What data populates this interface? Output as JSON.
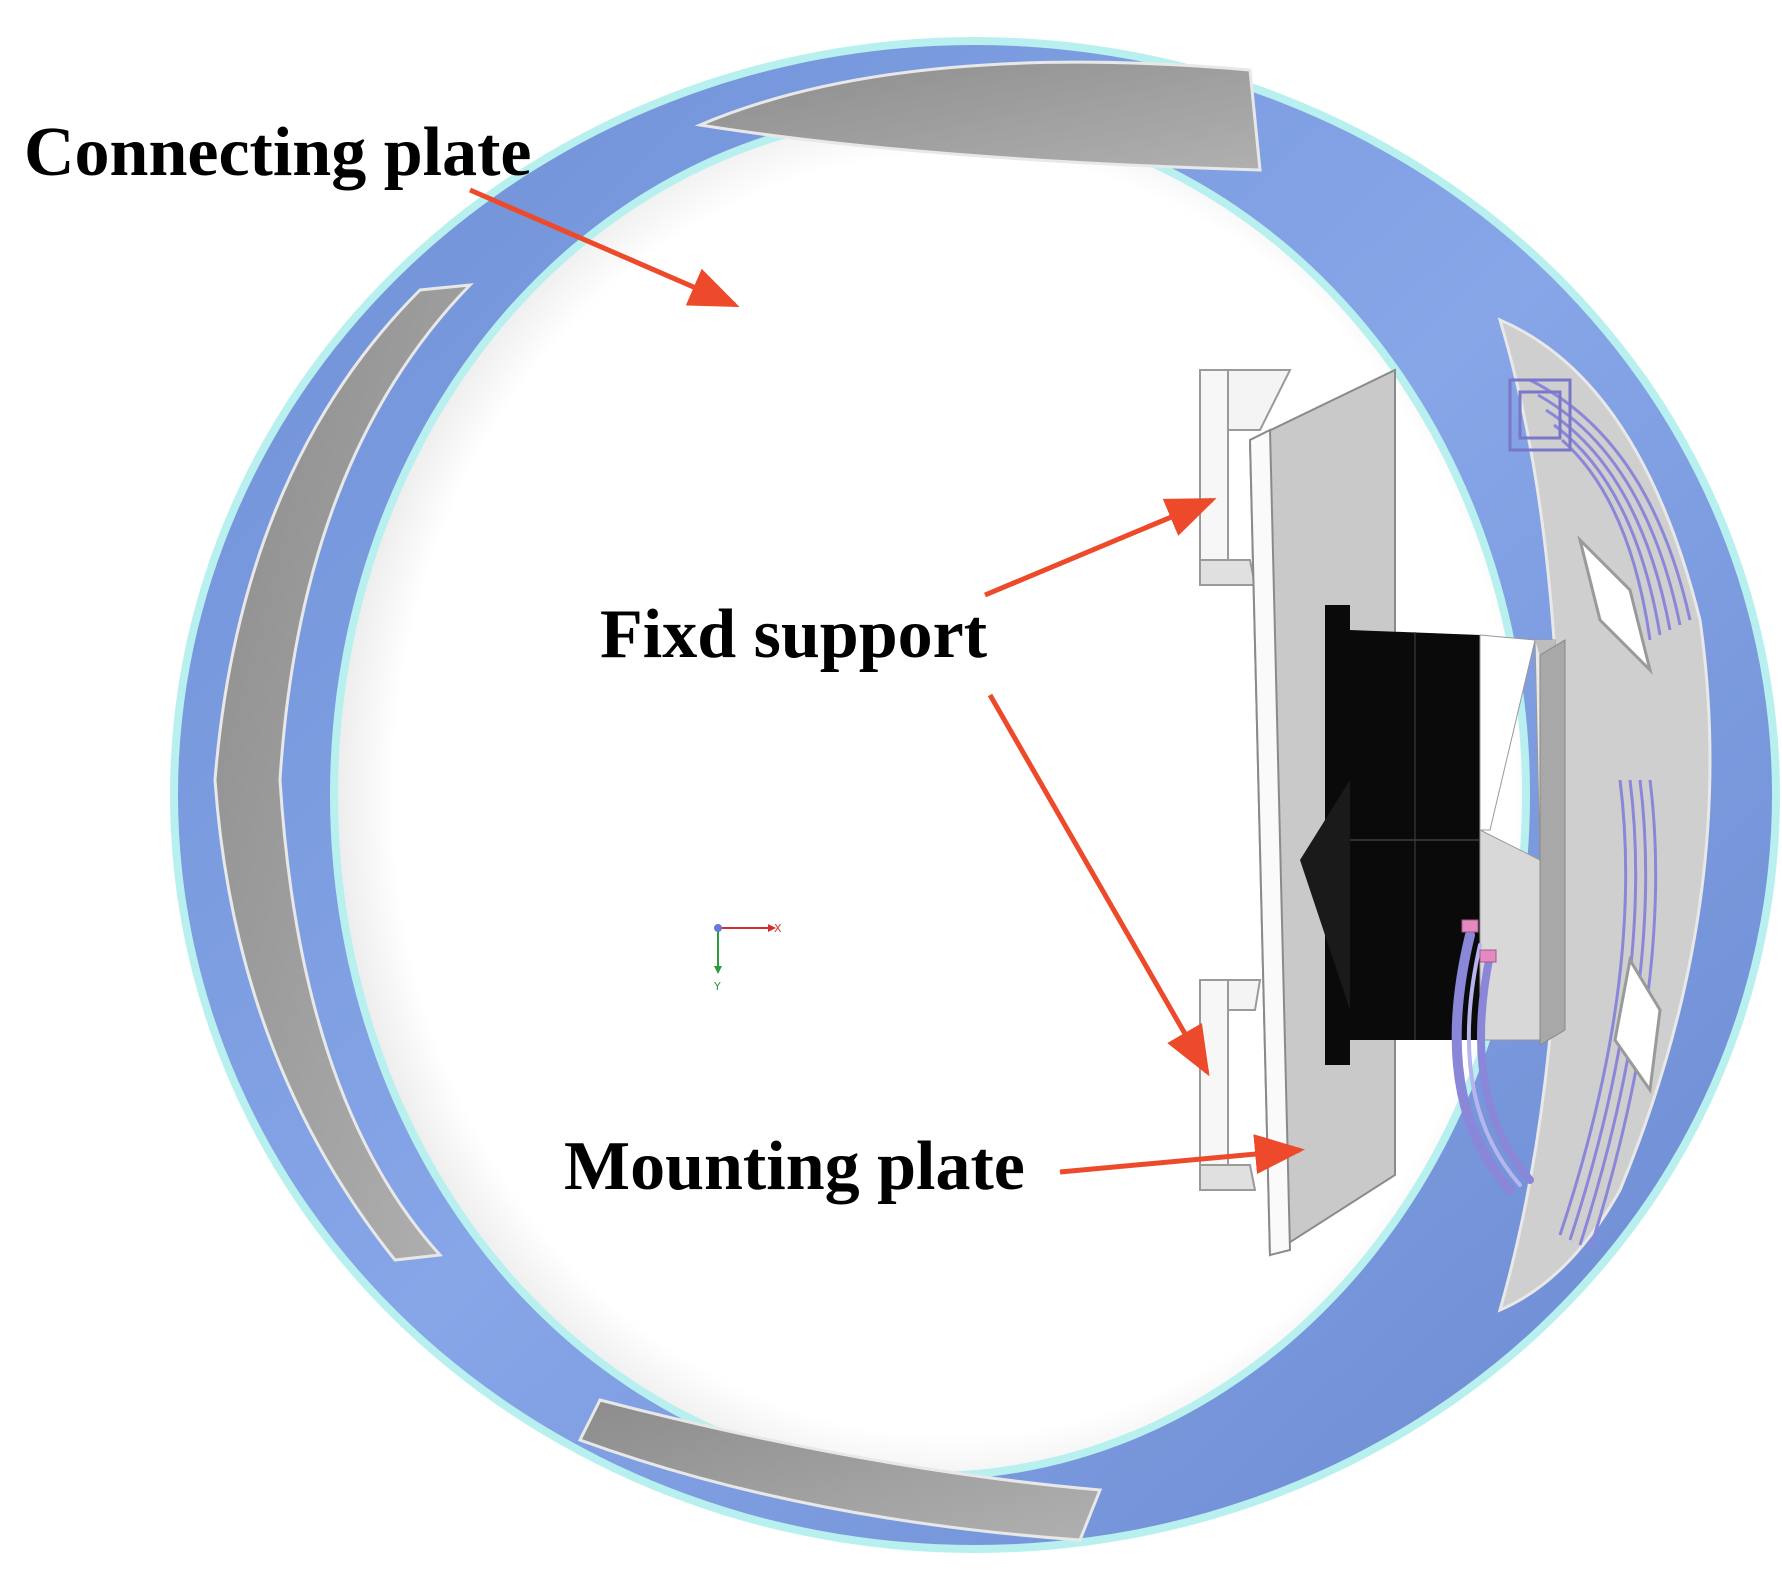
{
  "labels": {
    "connecting_plate": "Connecting plate",
    "fixd_support": "Fixd support",
    "mounting_plate": "Mounting plate"
  },
  "axis_triad": {
    "x_label": "X",
    "y_label": "Y"
  },
  "colors": {
    "ring_blue": "#7f9ee0",
    "ring_edge": "#b8f0f0",
    "window_gray": "#9a9a9a",
    "arrow_red": "#ec4a2a",
    "module_black": "#0a0a0a",
    "plate_gray": "#c9c9c9",
    "coil_purple": "#8a86d8"
  }
}
